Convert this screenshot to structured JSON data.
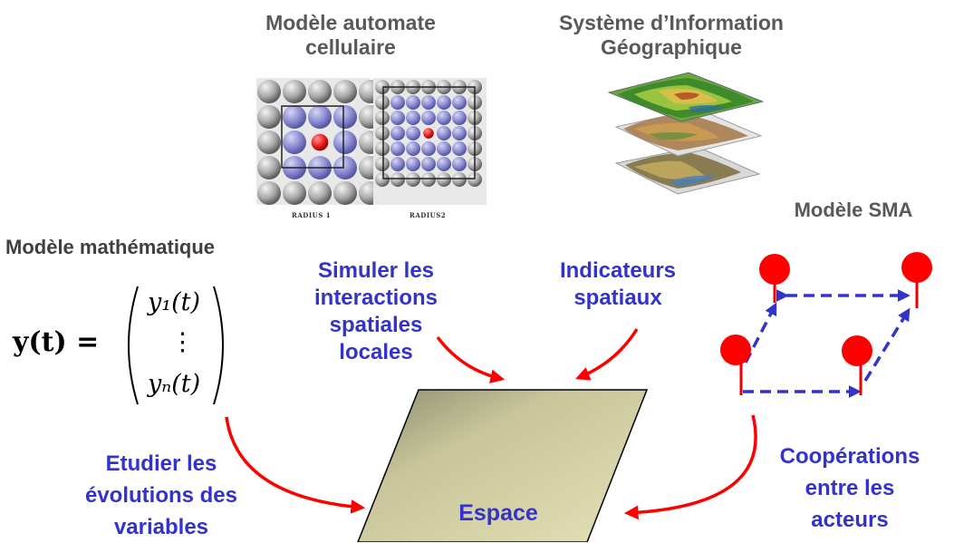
{
  "titles": {
    "ca": [
      "Modèle automate",
      "cellulaire"
    ],
    "sig": [
      "Système d’Information",
      "Géographique"
    ],
    "sma": "Modèle SMA",
    "math": "Modèle mathématique"
  },
  "radius_labels": [
    "Radius 1",
    "Radius2"
  ],
  "equation": {
    "lhs": "y(t) =",
    "first": "y₁(t)",
    "dots": "⋮",
    "last": "yₙ(t)"
  },
  "labels": {
    "simuler": [
      "Simuler les",
      "interactions",
      "spatiales",
      "locales"
    ],
    "indicateurs": [
      "Indicateurs",
      "spatiaux"
    ],
    "etudier": [
      "Etudier les",
      "évolutions des",
      "variables"
    ],
    "cooperations": [
      "Coopérations",
      "entre les",
      "acteurs"
    ],
    "espace": "Espace"
  },
  "colors": {
    "blue_text": "#3333cc",
    "red_arrow": "#ff0000",
    "agent_blue": "#3333cc",
    "espace_fill": "#d6d3a4"
  }
}
